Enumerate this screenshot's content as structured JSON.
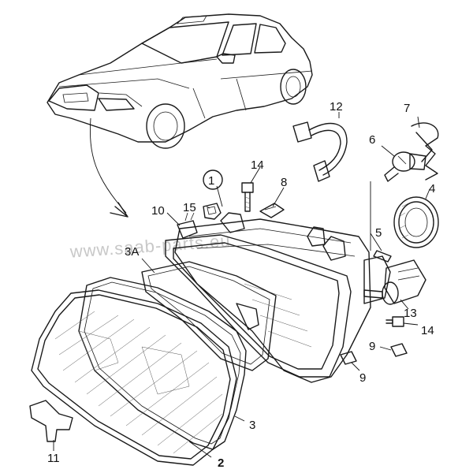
{
  "diagram": {
    "watermark": "www.saab-parts.eu",
    "labels": {
      "l1": "1",
      "l2": "2",
      "l3": "3",
      "l3a": "3A",
      "l4": "4",
      "l5": "5",
      "l6": "6",
      "l7": "7",
      "l8": "8",
      "l9a": "9",
      "l9b": "9",
      "l10": "10",
      "l11": "11",
      "l12": "12",
      "l13": "13",
      "l14a": "14",
      "l14b": "14",
      "l15": "15"
    },
    "colors": {
      "line": "#1a1a1a",
      "watermark": "#c8c8c8",
      "background": "#ffffff"
    }
  }
}
